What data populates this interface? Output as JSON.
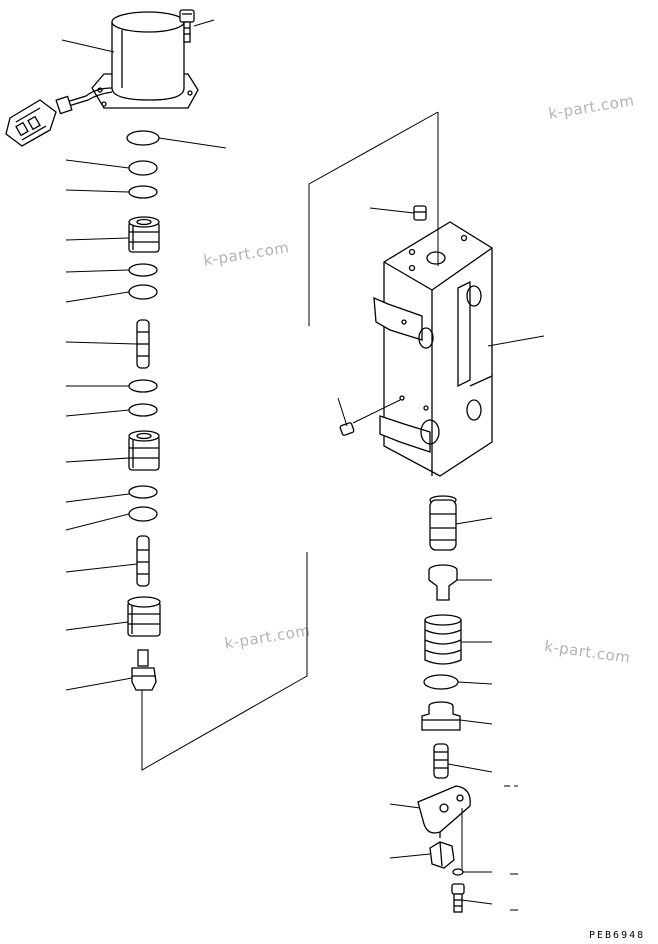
{
  "watermarks": [
    "k-part.com",
    "k-part.com",
    "k-part.com",
    "k-part.com"
  ],
  "drawing_code": "PEB6948",
  "colors": {
    "line": "#000000",
    "fill": "#ffffff",
    "watermark": "#b3b3b3"
  }
}
